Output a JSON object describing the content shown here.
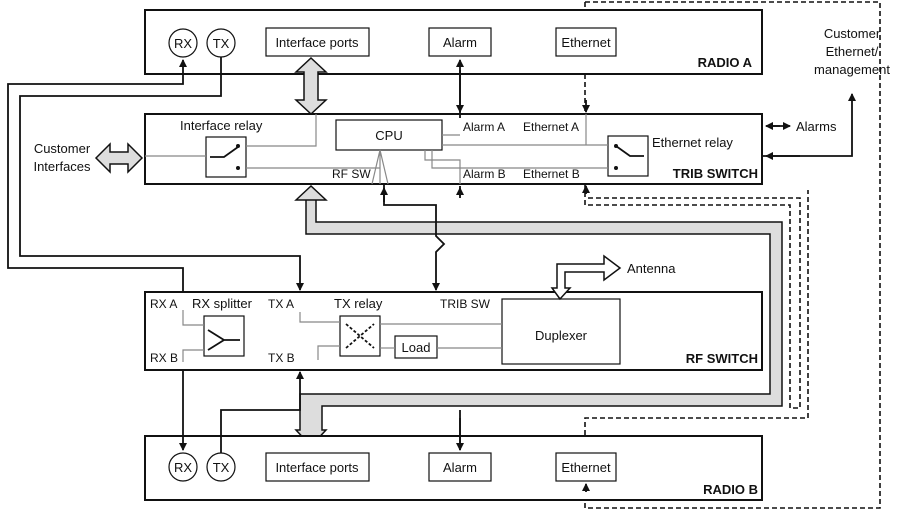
{
  "radio_a": {
    "title": "RADIO A",
    "rx": "RX",
    "tx": "TX",
    "interface_ports": "Interface ports",
    "alarm": "Alarm",
    "ethernet": "Ethernet"
  },
  "trib_switch": {
    "title": "TRIB SWITCH",
    "interface_relay": "Interface relay",
    "cpu": "CPU",
    "alarm_a": "Alarm A",
    "alarm_b": "Alarm B",
    "ethernet_a": "Ethernet A",
    "ethernet_b": "Ethernet B",
    "rf_sw": "RF SW",
    "ethernet_relay": "Ethernet relay"
  },
  "rf_switch": {
    "title": "RF SWITCH",
    "rx_a": "RX A",
    "rx_b": "RX B",
    "tx_a": "TX A",
    "tx_b": "TX B",
    "rx_splitter": "RX splitter",
    "tx_relay": "TX relay",
    "trib_sw": "TRIB SW",
    "load": "Load",
    "duplexer": "Duplexer"
  },
  "radio_b": {
    "title": "RADIO B",
    "rx": "RX",
    "tx": "TX",
    "interface_ports": "Interface ports",
    "alarm": "Alarm",
    "ethernet": "Ethernet"
  },
  "external": {
    "customer_interfaces_line1": "Customer",
    "customer_interfaces_line2": "Interfaces",
    "customer_ethernet_line1": "Customer",
    "customer_ethernet_line2": "Ethernet/",
    "customer_ethernet_line3": "management",
    "alarms": "Alarms",
    "antenna": "Antenna"
  }
}
